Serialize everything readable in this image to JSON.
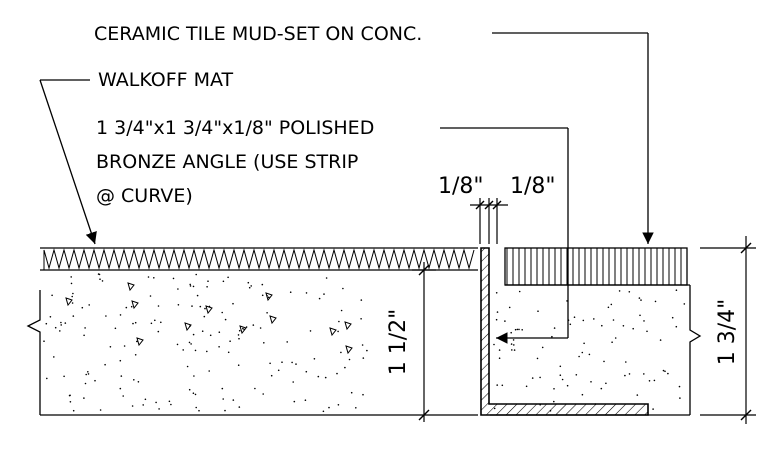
{
  "notes": {
    "tile": "CERAMIC TILE MUD-SET ON CONC.",
    "mat": "WALKOFF MAT",
    "angle_line1": "1 3/4\"x1 3/4\"x1/8\" POLISHED",
    "angle_line2": "BRONZE ANGLE (USE STRIP",
    "angle_line3": "@ CURVE)"
  },
  "dimensions": {
    "gap_left": "1/8\"",
    "gap_right": "1/8\"",
    "depth_mat": "1 1/2\"",
    "depth_tile": "1 3/4\""
  }
}
